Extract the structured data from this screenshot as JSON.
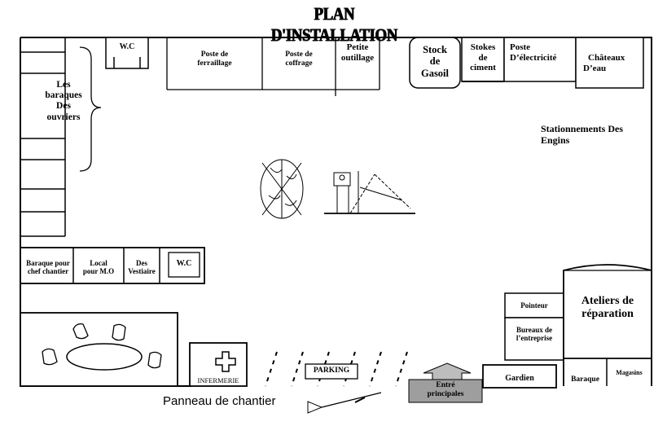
{
  "title": "PLAN D'INSTALLATION",
  "rooms": {
    "wc_top": "W.C",
    "poste_ferraillage_1": "Poste de",
    "poste_ferraillage_2": "ferraillage",
    "poste_coffrage_1": "Poste de",
    "poste_coffrage_2": "coffrage",
    "petite_outillage_1": "Petite",
    "petite_outillage_2": "outillage",
    "stock_gasoil_1": "Stock",
    "stock_gasoil_2": "de",
    "stock_gasoil_3": "Gasoil",
    "stokes_ciment_1": "Stokes",
    "stokes_ciment_2": "de",
    "stokes_ciment_3": "ciment",
    "poste_electricite_1": "Poste",
    "poste_electricite_2": "D’électricité",
    "chateaux_eau_1": "Châteaux",
    "chateaux_eau_2": "D’eau",
    "baraques_ouvriers_1": "Les",
    "baraques_ouvriers_2": "baraques",
    "baraques_ouvriers_3": "Des",
    "baraques_ouvriers_4": "ouvriers",
    "stationnement_1": "Stationnements Des",
    "stationnement_2": "Engins",
    "baraque_chef_1": "Baraque pour",
    "baraque_chef_2": "chef chantier",
    "local_mo_1": "Local",
    "local_mo_2": "pour M.O",
    "vestiaire_1": "Des",
    "vestiaire_2": "Vestiaire",
    "wc_bottom": "W.C",
    "ateliers_1": "Ateliers de",
    "ateliers_2": "réparation",
    "pointeur": "Pointeur",
    "bureaux_1": "Bureaux de",
    "bureaux_2": "l’entreprise",
    "infermerie": "INFERMERIE",
    "parking": "PARKING",
    "entre_1": "Entré",
    "entre_2": "principales",
    "gardien": "Gardien",
    "baraque": "Baraque",
    "magasins": "Magasins",
    "panneau": "Panneau de chantier"
  }
}
